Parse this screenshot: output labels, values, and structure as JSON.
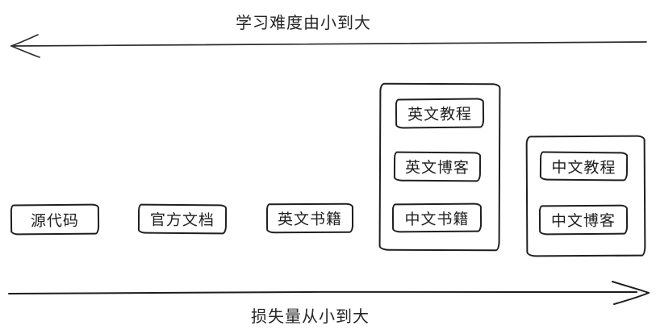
{
  "canvas": {
    "background": "#ffffff",
    "ink_color": "#1f1f1f"
  },
  "axes": {
    "difficulty": {
      "label": "学习难度由小到大",
      "direction": "left"
    },
    "loss": {
      "label": "损失量从小到大",
      "direction": "right"
    }
  },
  "standalone_boxes": [
    {
      "id": "source-code",
      "label": "源代码"
    },
    {
      "id": "official-docs",
      "label": "官方文档"
    },
    {
      "id": "english-books",
      "label": "英文书籍"
    }
  ],
  "groups": [
    {
      "id": "group-1",
      "items": [
        {
          "id": "english-tutorials",
          "label": "英文教程"
        },
        {
          "id": "english-blogs",
          "label": "英文博客"
        },
        {
          "id": "chinese-books",
          "label": "中文书籍"
        }
      ]
    },
    {
      "id": "group-2",
      "items": [
        {
          "id": "chinese-tutorials",
          "label": "中文教程"
        },
        {
          "id": "chinese-blogs",
          "label": "中文博客"
        }
      ]
    }
  ]
}
